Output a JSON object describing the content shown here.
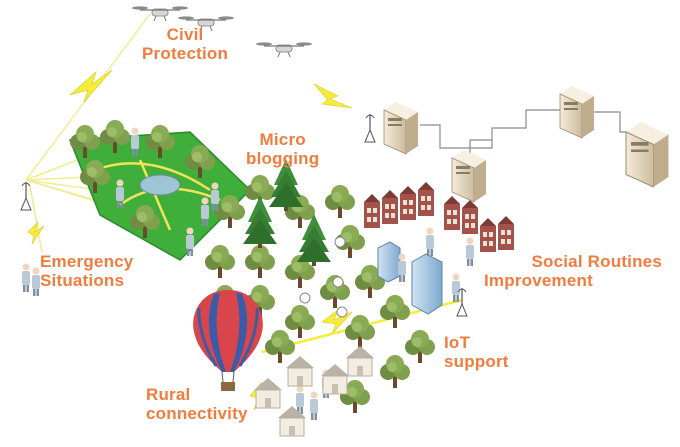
{
  "labels": {
    "civil_protection": [
      "Civil",
      "Protection"
    ],
    "micro_blogging": [
      "Micro",
      "blogging"
    ],
    "emergency_situations": [
      "Emergency",
      "Situations"
    ],
    "social_routines": [
      "Social Routines",
      "Improvement"
    ],
    "iot_support": [
      "IoT",
      "support"
    ],
    "rural_connectivity": [
      "Rural",
      "connectivity"
    ]
  },
  "colors": {
    "label": "#f07c3e",
    "bolt": "#f5ec3c",
    "tree": "#7a9a4a",
    "pine": "#3f8f3a",
    "park": "#3fae3a",
    "balloon_red": "#d8454a",
    "balloon_blue": "#3a5ca8",
    "server": "#e9dcc4",
    "building": "#a4524a"
  },
  "icons": [
    "drone-icon",
    "server-icon",
    "antenna-icon",
    "hot-air-balloon-icon",
    "house-icon",
    "tree-icon",
    "person-icon",
    "lightning-icon",
    "skyscraper-icon",
    "park-icon"
  ]
}
